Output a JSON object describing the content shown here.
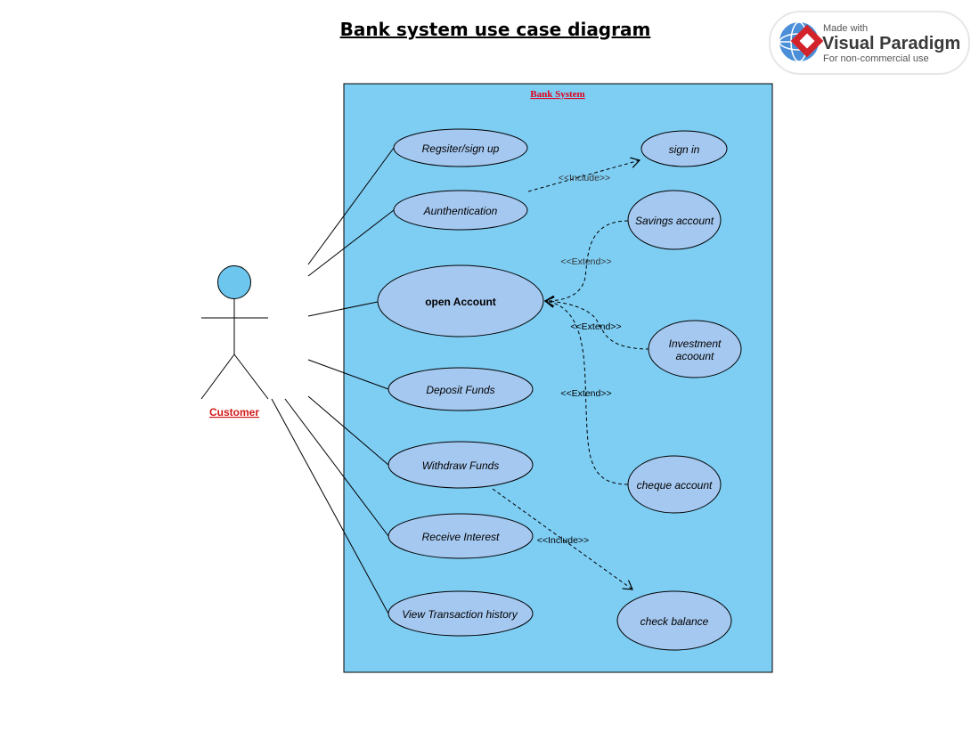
{
  "diagram": {
    "title": "Bank system use case diagram",
    "system_boundary": {
      "title": "Bank System",
      "fill": "#7ecef4"
    },
    "actor": {
      "label": "Customer",
      "head_fill": "#6cc6ee"
    },
    "use_cases": {
      "register": "Regsiter/sign up",
      "authentication": "Aunthentication",
      "open_account": "open Account",
      "deposit": "Deposit Funds",
      "withdraw": "Withdraw Funds",
      "receive_interest": "Receive Interest",
      "view_history": "View Transaction history",
      "sign_in": "sign in",
      "savings": "Savings account",
      "investment_line1": "Investment",
      "investment_line2": "acoount",
      "cheque": "cheque account",
      "check_balance": "check balance"
    },
    "use_case_fill": "#a5c8f0",
    "relationships": {
      "include_signin": "<<Include>>",
      "extend_savings": "<<Extend>>",
      "extend_investment": "<<Extend>>",
      "extend_cheque": "<<Extend>>",
      "include_balance": "<<Include>>"
    }
  },
  "watermark": {
    "made_with": "Made with",
    "brand": "Visual Paradigm",
    "sub": "For non-commercial use",
    "logo_colors": {
      "globe": "#4a8fd8",
      "diamond": "#d2232a"
    }
  }
}
